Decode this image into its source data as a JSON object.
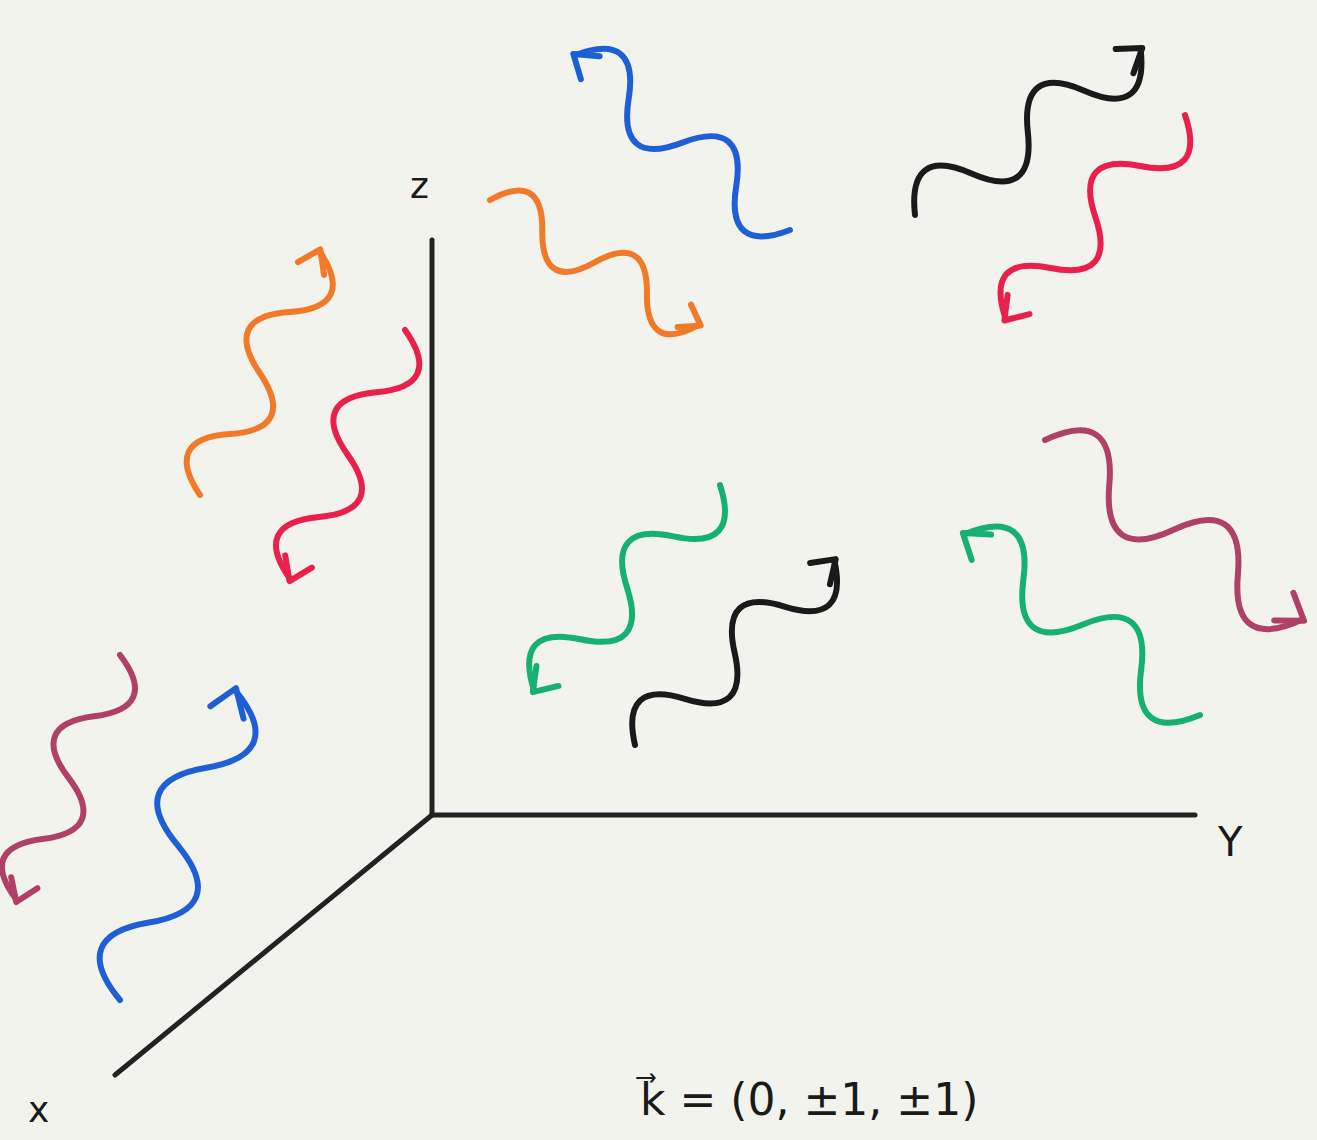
{
  "diagram": {
    "labels": [
      "z",
      "Y",
      "x",
      "k⃗ = (0, ±1, ±1)"
    ]
  }
}
